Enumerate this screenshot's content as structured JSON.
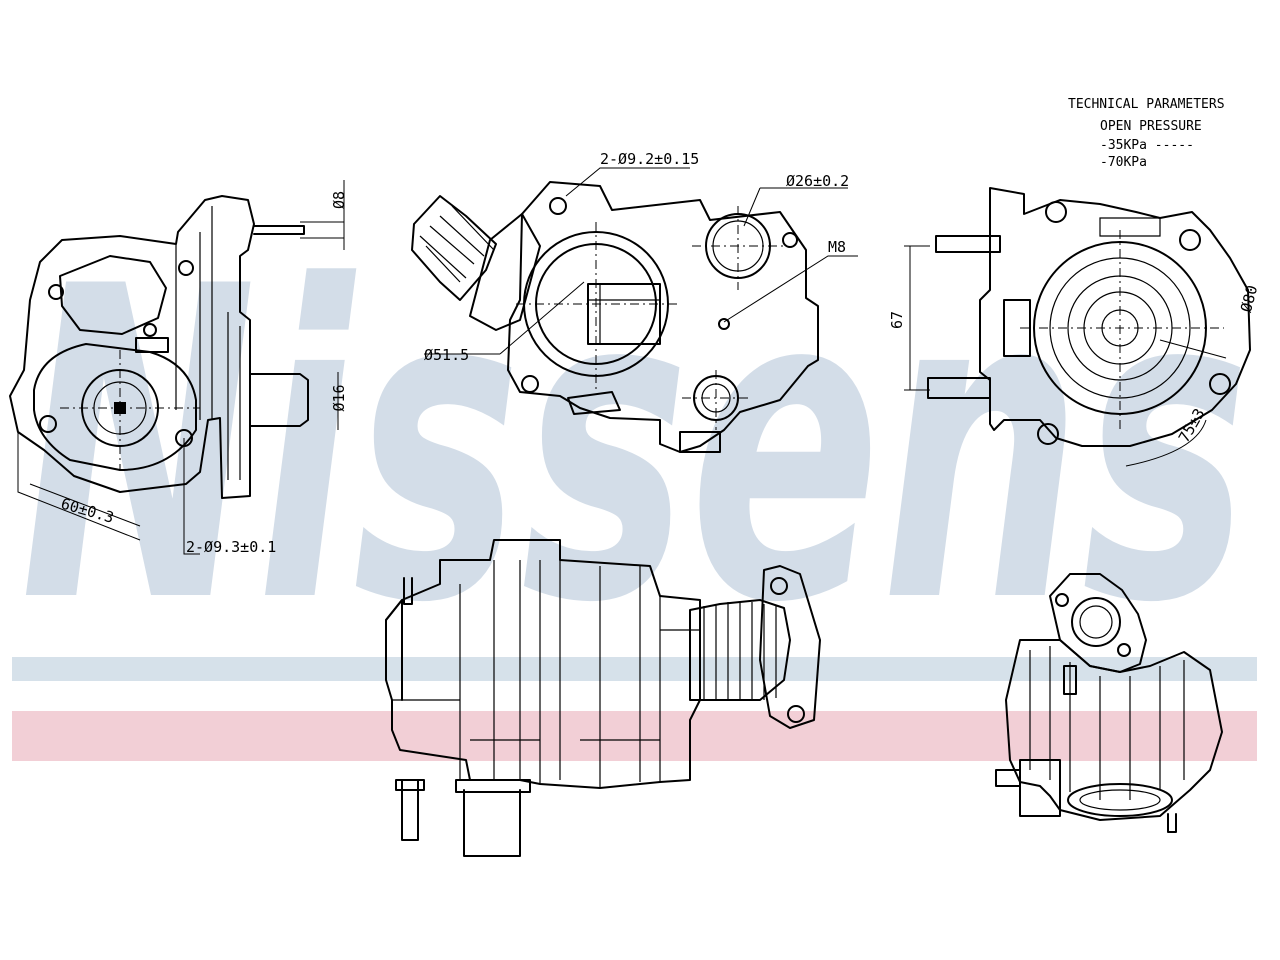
{
  "watermark": {
    "text": "Nissens",
    "colors": {
      "logo": "#d3dde8",
      "blue_band": "#d6e1ea",
      "red_band": "#f2cfd6"
    }
  },
  "technical_parameters": {
    "title": "TECHNICAL  PARAMETERS",
    "subtitle": "OPEN PRESSURE",
    "lines": [
      "-35KPa -----",
      "-70KPa"
    ]
  },
  "dimensions": {
    "top_left_d8": "Ø8",
    "top_left_d16": "Ø16",
    "top_left_60": "60±0.3",
    "top_left_holes": "2-Ø9.3±0.1",
    "front_holes": "2-Ø9.2±0.15",
    "front_d26": "Ø26±0.2",
    "front_m8": "M8",
    "front_d51": "Ø51.5",
    "right_67": "67",
    "right_d80": "Ø80",
    "right_angle": "75±3"
  }
}
